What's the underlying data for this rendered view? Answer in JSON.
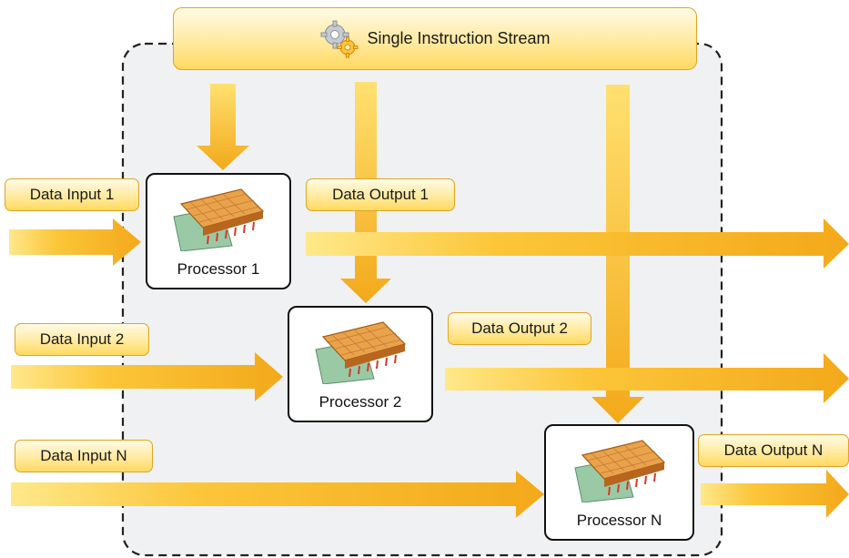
{
  "instruction_stream": {
    "label": "Single Instruction Stream",
    "icon": "gears-icon"
  },
  "inputs": [
    "Data Input 1",
    "Data Input 2",
    "Data Input N"
  ],
  "outputs": [
    "Data Output 1",
    "Data Output 2",
    "Data Output N"
  ],
  "processors": [
    {
      "label": "Processor 1",
      "icon": "processor-chip-icon"
    },
    {
      "label": "Processor 2",
      "icon": "processor-chip-icon"
    },
    {
      "label": "Processor N",
      "icon": "processor-chip-icon"
    }
  ],
  "colors": {
    "arrow": "#f6b52a",
    "arrow_light": "#ffe88a",
    "region": "#f0f1f2",
    "label_border": "#e0a428"
  }
}
